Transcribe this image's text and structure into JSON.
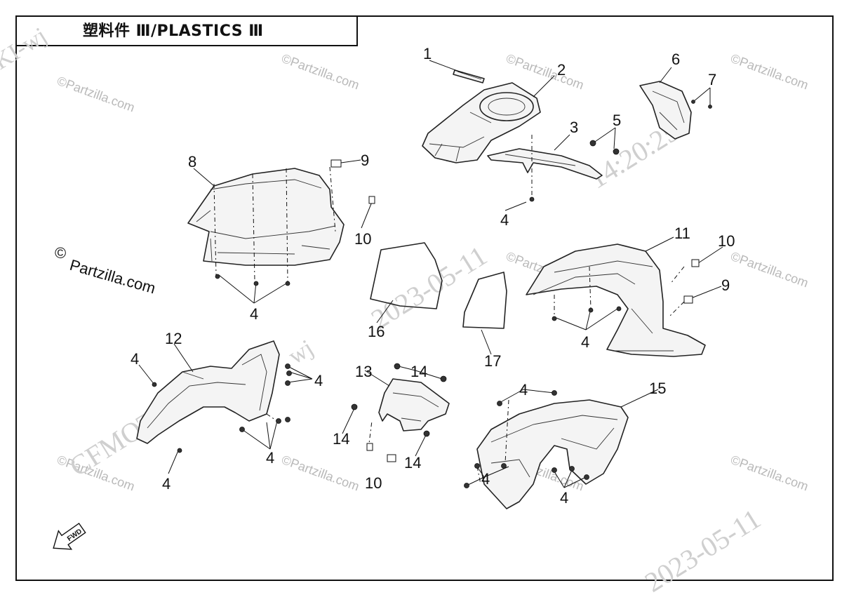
{
  "title": "塑料件 Ⅲ/PLASTICS Ⅲ",
  "watermarks": {
    "partzilla_small": "©Partzilla.com",
    "partzilla_large_symbol": "©",
    "partzilla_large_text": "Partzilla.com",
    "date_stamp": "2023-05-11",
    "brand_fragment": "CFMOTO",
    "corner_fragment": "KI-wj",
    "mid_fragment": "wj",
    "date_fragment": "14:20:25"
  },
  "fwd_label": "FWD",
  "callouts": {
    "c1": "1",
    "c2": "2",
    "c3": "3",
    "c4a": "4",
    "c5": "5",
    "c6": "6",
    "c7": "7",
    "c8": "8",
    "c9a": "9",
    "c10a": "10",
    "c4b": "4",
    "c11": "11",
    "c10b": "10",
    "c9b": "9",
    "c4c": "4",
    "c16": "16",
    "c17": "17",
    "c12": "12",
    "c4d": "4",
    "c4e": "4",
    "c4f": "4",
    "c4g": "4",
    "c13": "13",
    "c14a": "14",
    "c14b": "14",
    "c14c": "14",
    "c10c": "10",
    "c4h": "4",
    "c15": "15",
    "c4i": "4",
    "c4j": "4"
  },
  "colors": {
    "line": "#111111",
    "watermark": "#b9b9b9",
    "background": "#ffffff"
  }
}
